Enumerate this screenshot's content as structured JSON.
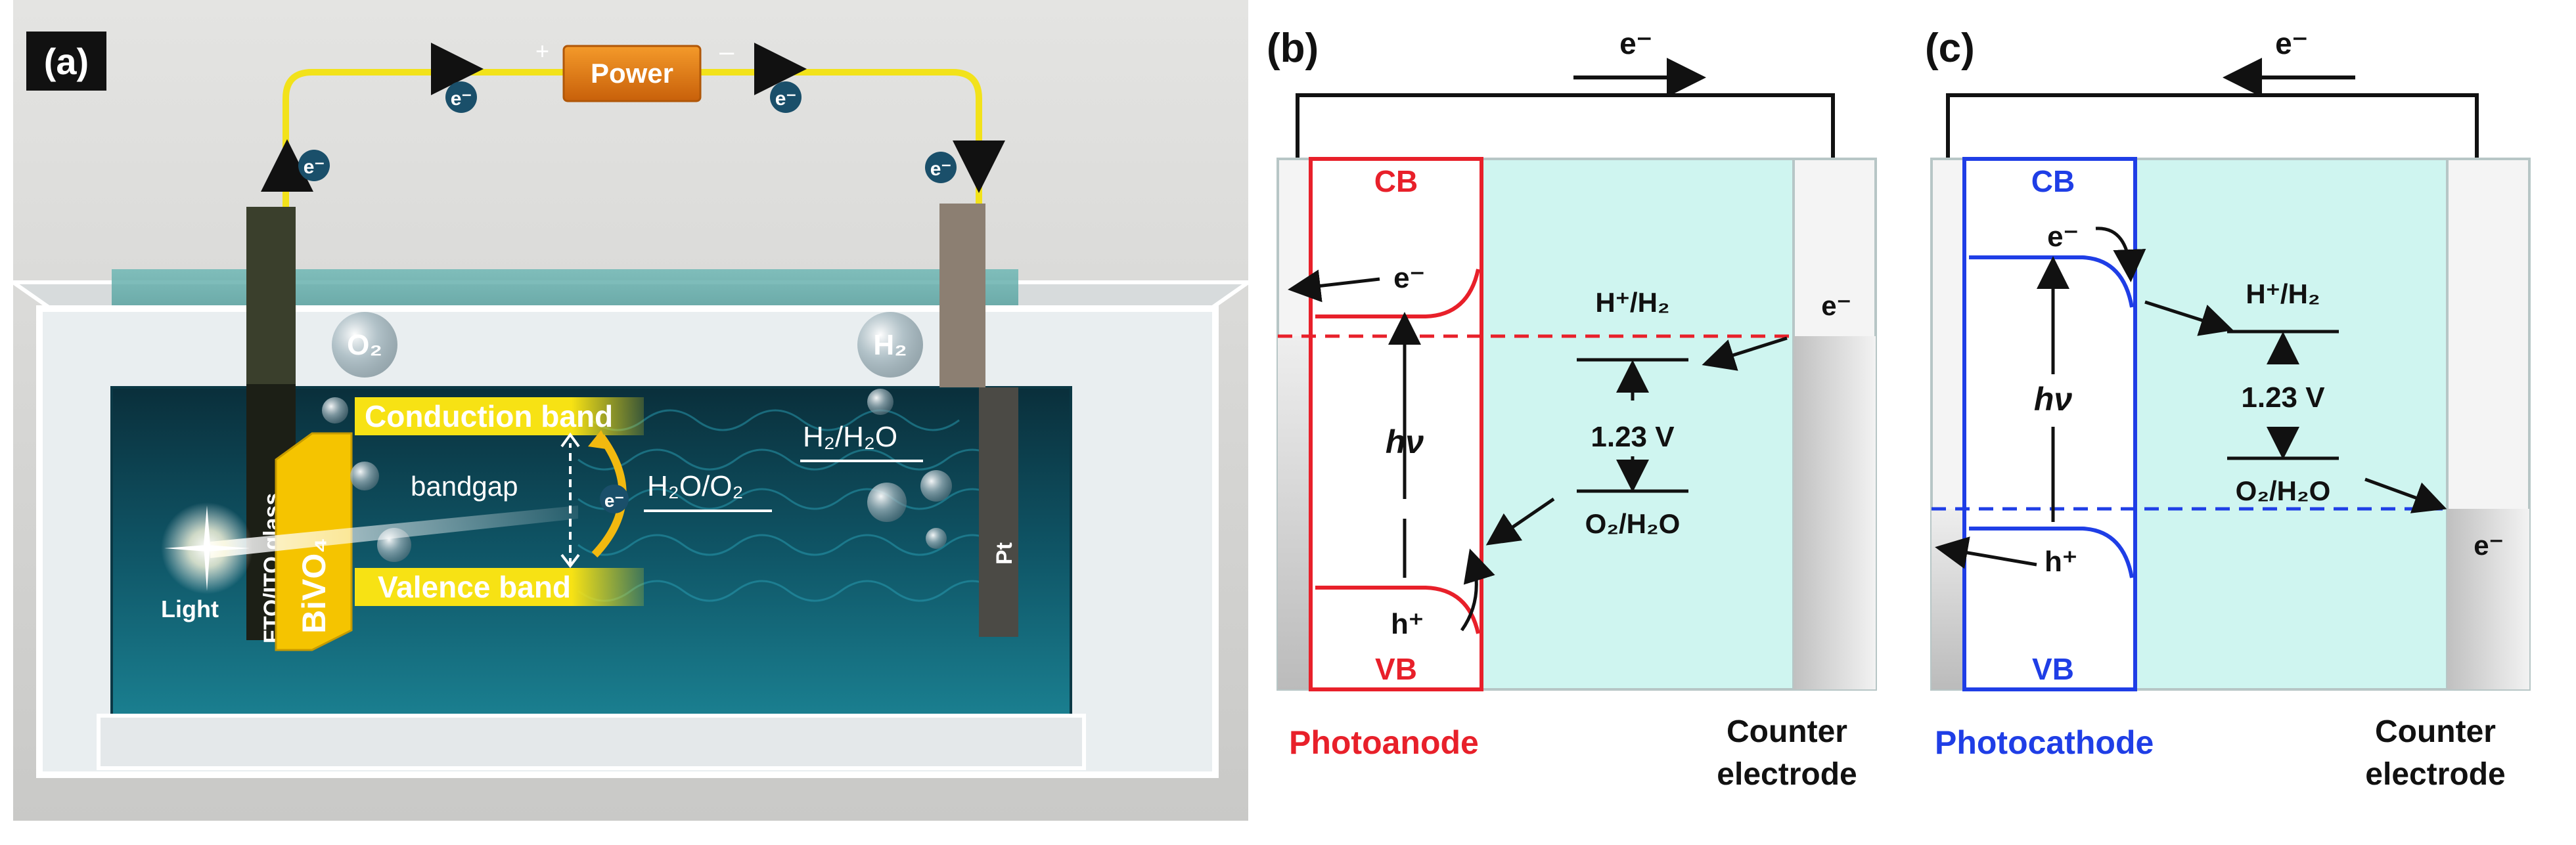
{
  "panel_a": {
    "tag": "(a)",
    "power": "Power",
    "plus": "+",
    "minus": "–",
    "electron": "e⁻",
    "o2": "O₂",
    "h2": "H₂",
    "conduction_band": "Conduction band",
    "valence_band": "Valence band",
    "bandgap": "bandgap",
    "h2o_o2": "H₂O/O₂",
    "h2_h2o": "H₂/H₂O",
    "fto": "FTO/ITO glass",
    "bivo4": "BiVO₄",
    "light": "Light",
    "pt": "Pt"
  },
  "panel_b": {
    "tag": "(b)",
    "electron_top": "e⁻",
    "cb": "CB",
    "vb": "VB",
    "e_cb": "e⁻",
    "h_vb": "h⁺",
    "hv": "hν",
    "h_couple": "H⁺/H₂",
    "voltage": "1.23 V",
    "o_couple": "O₂/H₂O",
    "e_counter": "e⁻",
    "photoanode": "Photoanode",
    "counter1": "Counter",
    "counter2": "electrode"
  },
  "panel_c": {
    "tag": "(c)",
    "electron_top": "e⁻",
    "cb": "CB",
    "vb": "VB",
    "e_cb": "e⁻",
    "h_vb": "h⁺",
    "hv": "hν",
    "h_couple": "H⁺/H₂",
    "voltage": "1.23 V",
    "o_couple": "O₂/H₂O",
    "e_counter": "e⁻",
    "photocathode": "Photocathode",
    "counter1": "Counter",
    "counter2": "electrode"
  },
  "colors": {
    "anode_red": "#e8202a",
    "cathode_blue": "#1f3ee6",
    "electrolyte": "#cff5f0",
    "water": "#0d4a5c",
    "wire": "#f2e21a",
    "band_yellow": "#f7e214",
    "power_orange": "#e07a10"
  }
}
